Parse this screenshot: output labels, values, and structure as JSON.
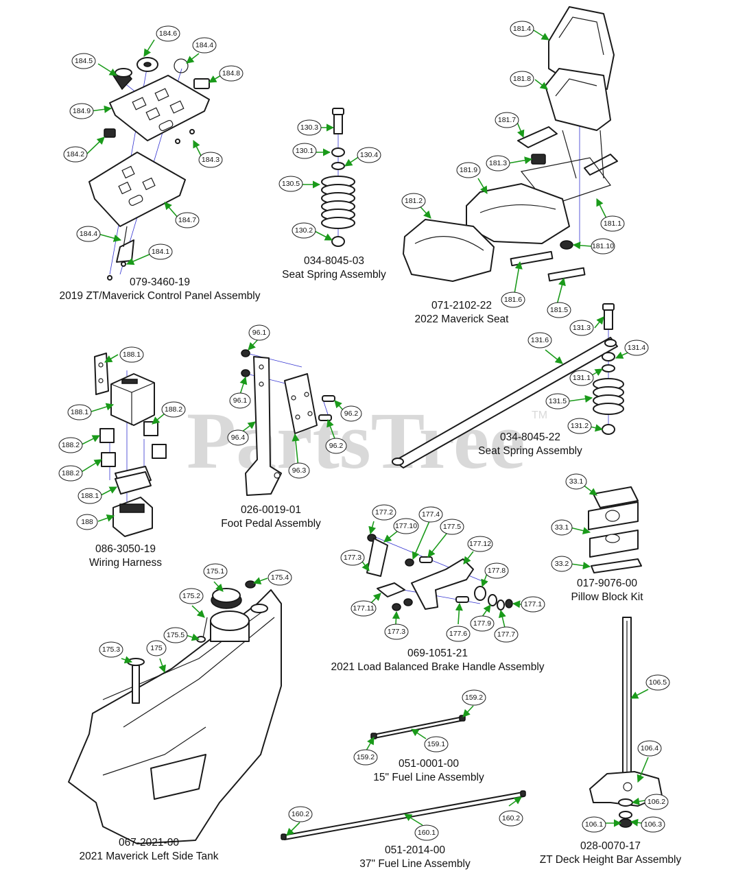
{
  "watermark": {
    "text": "PartsTree",
    "tm": "TM"
  },
  "assemblies": [
    {
      "id": "control-panel",
      "part_number": "079-3460-19",
      "title": "2019 ZT/Maverick Control Panel Assembly"
    },
    {
      "id": "seat-spring-1",
      "part_number": "034-8045-03",
      "title": "Seat Spring Assembly"
    },
    {
      "id": "seat",
      "part_number": "071-2102-22",
      "title": "2022 Maverick Seat"
    },
    {
      "id": "wiring",
      "part_number": "086-3050-19",
      "title": "Wiring Harness"
    },
    {
      "id": "foot-pedal",
      "part_number": "026-0019-01",
      "title": "Foot Pedal Assembly"
    },
    {
      "id": "seat-spring-2",
      "part_number": "034-8045-22",
      "title": "Seat Spring Assembly"
    },
    {
      "id": "pillow-block",
      "part_number": "017-9076-00",
      "title": "Pillow Block Kit"
    },
    {
      "id": "brake-handle",
      "part_number": "069-1051-21",
      "title": "2021 Load Balanced Brake Handle Assembly"
    },
    {
      "id": "tank",
      "part_number": "067-2021-00",
      "title": "2021 Maverick Left Side Tank"
    },
    {
      "id": "fuel-15",
      "part_number": "051-0001-00",
      "title": "15\" Fuel Line Assembly"
    },
    {
      "id": "fuel-37",
      "part_number": "051-2014-00",
      "title": "37\" Fuel Line Assembly"
    },
    {
      "id": "deck-height",
      "part_number": "028-0070-17",
      "title": "ZT Deck Height Bar Assembly"
    }
  ],
  "callouts": [
    "184.6",
    "184.4",
    "184.5",
    "184.8",
    "184.9",
    "184.2",
    "184.3",
    "184.7",
    "184.4",
    "184.1",
    "130.3",
    "130.1",
    "130.4",
    "130.5",
    "130.2",
    "181.4",
    "181.8",
    "181.7",
    "181.3",
    "181.9",
    "181.2",
    "181.1",
    "181.10",
    "181.6",
    "181.5",
    "188.1",
    "188.1",
    "188.2",
    "188.2",
    "188.2",
    "188.1",
    "188",
    "96.1",
    "96.1",
    "96.2",
    "96.4",
    "96.2",
    "96.3",
    "131.3",
    "131.6",
    "131.4",
    "131.1",
    "131.5",
    "131.2",
    "33.1",
    "33.1",
    "33.2",
    "177.2",
    "177.4",
    "177.10",
    "177.5",
    "177.3",
    "177.12",
    "177.8",
    "177.11",
    "177.1",
    "177.3",
    "177.9",
    "177.6",
    "177.7",
    "175.1",
    "175.4",
    "175.2",
    "175.5",
    "175.3",
    "175",
    "159.2",
    "159.1",
    "159.2",
    "106.5",
    "106.4",
    "106.2",
    "106.1",
    "106.3",
    "160.2",
    "160.2",
    "160.1"
  ]
}
